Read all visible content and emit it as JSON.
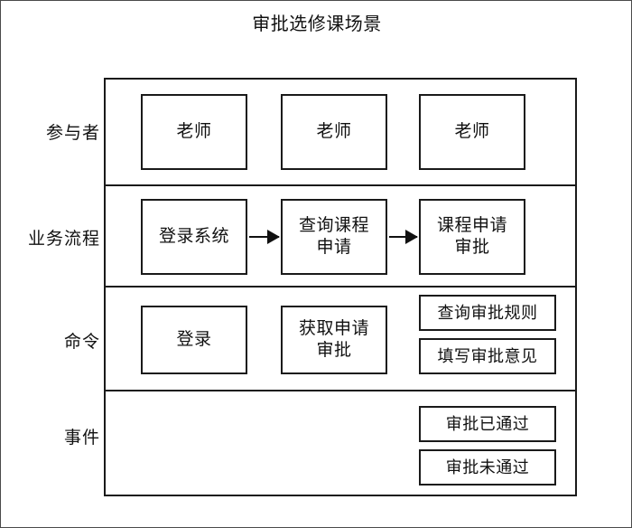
{
  "title": "审批选修课场景",
  "rows": [
    {
      "id": "participants",
      "label": "参与者",
      "nodes": [
        {
          "name": "participant-teacher-1",
          "text": "老师"
        },
        {
          "name": "participant-teacher-2",
          "text": "老师"
        },
        {
          "name": "participant-teacher-3",
          "text": "老师"
        }
      ]
    },
    {
      "id": "business-process",
      "label": "业务流程",
      "nodes": [
        {
          "name": "process-login-system",
          "text": "登录系统"
        },
        {
          "name": "process-query-course-application",
          "text": "查询课程\n申请"
        },
        {
          "name": "process-course-application-approval",
          "text": "课程申请\n审批"
        }
      ],
      "arrows": [
        {
          "name": "arrow-login-to-query"
        },
        {
          "name": "arrow-query-to-approval"
        }
      ]
    },
    {
      "id": "commands",
      "label": "命令",
      "nodes": [
        {
          "name": "command-login",
          "text": "登录"
        },
        {
          "name": "command-get-application-approval",
          "text": "获取申请\n审批"
        },
        {
          "name": "command-query-approval-rules",
          "text": "查询审批规则"
        },
        {
          "name": "command-fill-approval-opinion",
          "text": "填写审批意见"
        }
      ]
    },
    {
      "id": "events",
      "label": "事件",
      "nodes": [
        {
          "name": "event-approval-passed",
          "text": "审批已通过"
        },
        {
          "name": "event-approval-rejected",
          "text": "审批未通过"
        }
      ]
    }
  ],
  "colors": {
    "stroke": "#1a1a1a",
    "background": "#ffffff",
    "text": "#111111"
  }
}
